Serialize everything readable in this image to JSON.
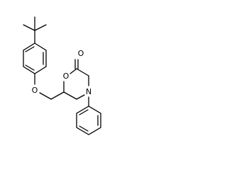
{
  "molecule": {
    "atoms": {
      "ether_oxygen": "O",
      "ring_oxygen": "O",
      "carbonyl_oxygen": "O",
      "ring_nitrogen": "N"
    }
  },
  "colors": {
    "background": "#ffffff",
    "bond": "#000000",
    "label": "#000000"
  }
}
